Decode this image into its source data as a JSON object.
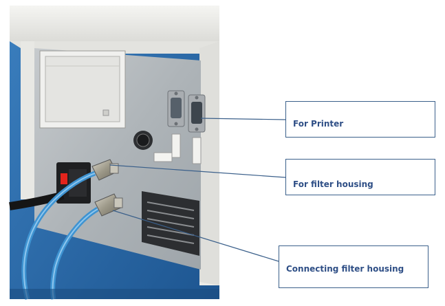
{
  "callouts": {
    "printer": "For Printer",
    "filter_housing": "For filter housing",
    "connecting_filter_housing": "Connecting filter housing"
  },
  "colors": {
    "callout_border": "#3a5f8a",
    "callout_text": "#2f4f86",
    "leader_line": "#3a5f8a",
    "tube": "#3e93d1",
    "backdrop": "#2e6ea8",
    "panel": "#b8bcc0",
    "housing": "#ececea"
  }
}
